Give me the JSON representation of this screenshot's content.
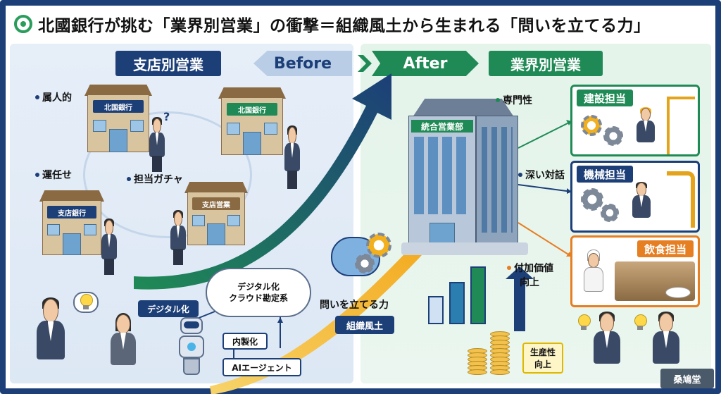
{
  "title": "北國銀行が挑む「業界別営業」の衝撃＝組織風土から生まれる「問いを立てる力」",
  "before": {
    "header_label": "支店別営業",
    "arrow_label": "Before",
    "points": [
      "属人的",
      "運任せ",
      "担当ガチャ"
    ],
    "building_signs": [
      "北国銀行",
      "北国銀行",
      "支店営業",
      "支店銀行"
    ],
    "question_mark": "?"
  },
  "after": {
    "arrow_label": "After",
    "header_label": "業界別営業",
    "hq_sign": "統合営業部",
    "points": [
      "専門性",
      "深い対話"
    ],
    "value_label": [
      "付加価値",
      "向上"
    ],
    "productivity_label": [
      "生産性",
      "向上"
    ],
    "roles": [
      {
        "label": "建設担当",
        "icon": "crane-icon"
      },
      {
        "label": "機械担当",
        "icon": "robot-arm-icon"
      },
      {
        "label": "飲食担当",
        "icon": "chef-hat-icon"
      }
    ]
  },
  "center": {
    "cloud_lines": [
      "デジタル化",
      "クラウド勘定系"
    ],
    "digital_tag": "デジタル化",
    "naisei_tag": "内製化",
    "ai_tag": "AIエージェント",
    "question_power": "問いを立てる力",
    "culture_tag": "組織風土"
  },
  "brand": "桑鳩堂",
  "colors": {
    "navy": "#1d3f78",
    "green": "#1f8a55",
    "orange": "#e67e22",
    "yellow": "#f2b01e"
  }
}
